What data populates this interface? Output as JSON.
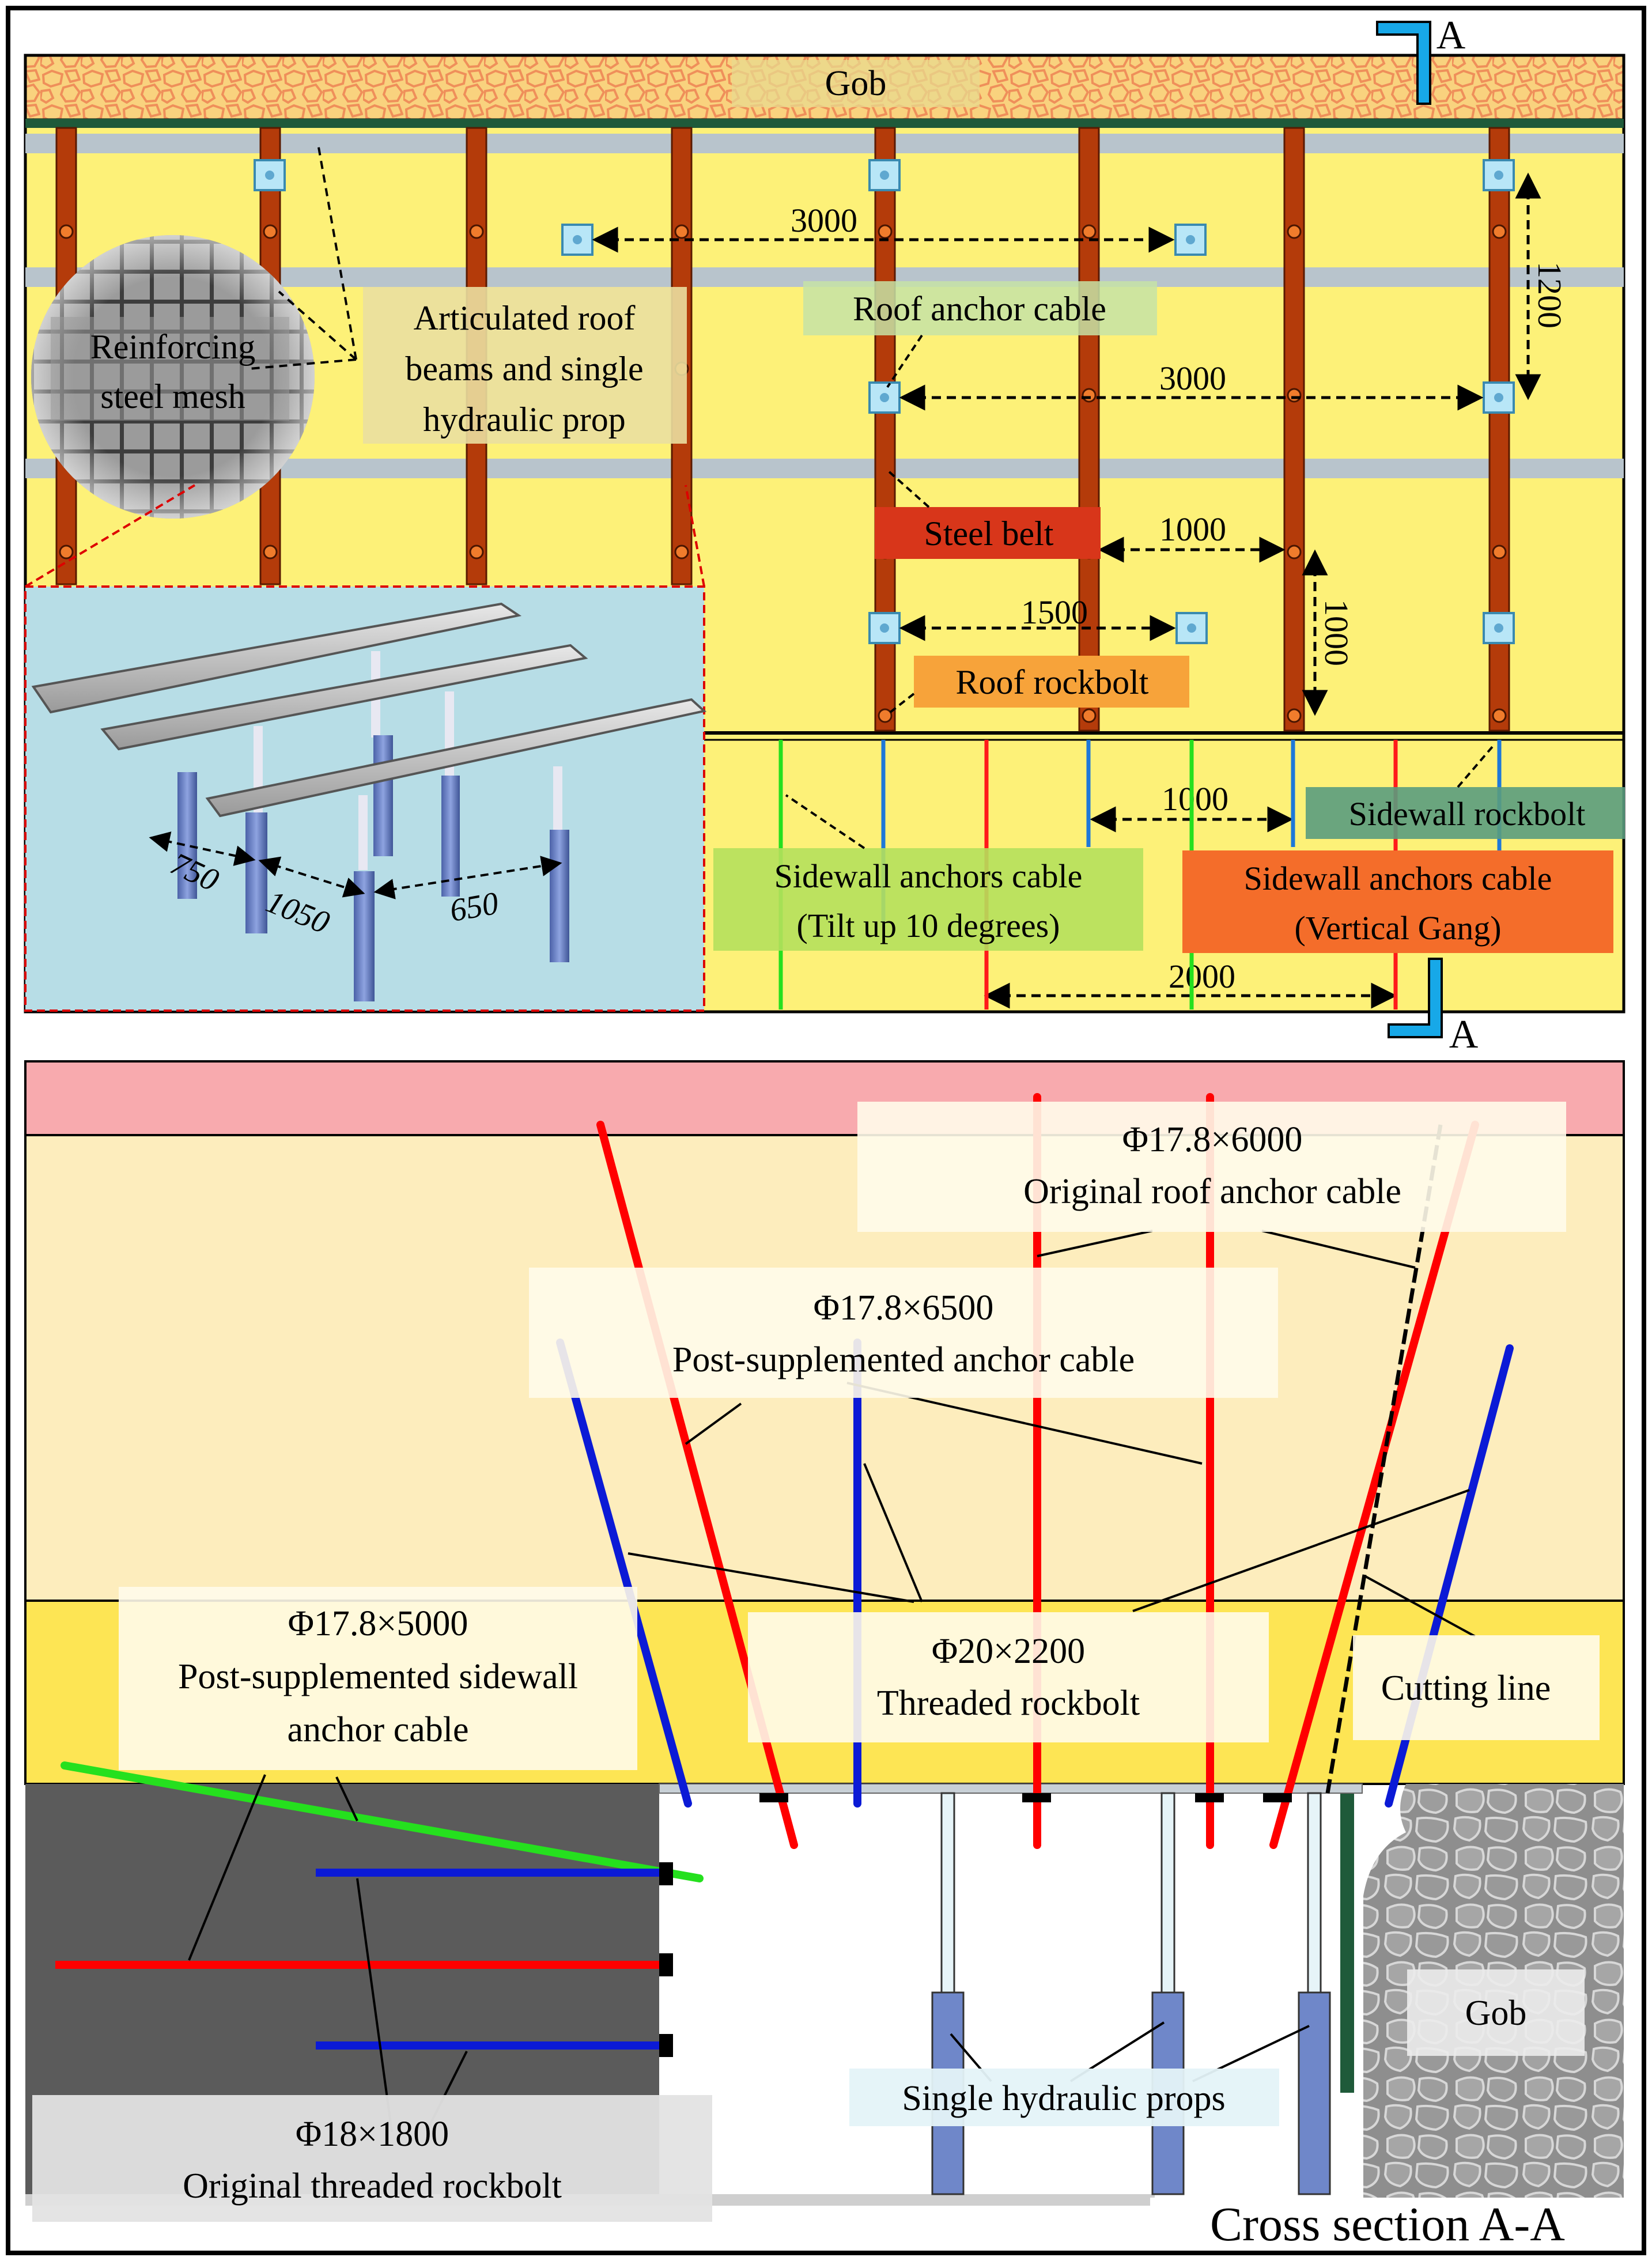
{
  "top_view": {
    "gob_label": "Gob",
    "section_marker": "A",
    "mesh_label": [
      "Reinforcing",
      "steel mesh"
    ],
    "beams_label": [
      "Articulated roof",
      "beams and single",
      "hydraulic prop"
    ],
    "roof_anchor_cable": "Roof anchor cable",
    "steel_belt": "Steel belt",
    "roof_rockbolt": "Roof rockbolt",
    "sidewall_rockbolt": "Sidewall rockbolt",
    "sidewall_cable_tilt": [
      "Sidewall anchors cable",
      "(Tilt up 10 degrees)"
    ],
    "sidewall_cable_vertical": [
      "Sidewall anchors cable",
      "(Vertical Gang)"
    ],
    "dimensions": {
      "d3000a": "3000",
      "d3000b": "3000",
      "d1200": "1200",
      "d1000a": "1000",
      "d1000b": "1000",
      "d1500": "1500",
      "d1000c": "1000",
      "d2000": "2000"
    },
    "inset_dims": {
      "a": "750",
      "b": "1050",
      "c": "650"
    }
  },
  "cross_section": {
    "title": "Cross section A-A",
    "gob_label": "Gob",
    "roof_cable": [
      "Φ17.8×6000",
      "Original roof anchor cable"
    ],
    "post_cable": [
      "Φ17.8×6500",
      "Post-supplemented anchor cable"
    ],
    "threaded_rockbolt": [
      "Φ20×2200",
      "Threaded rockbolt"
    ],
    "cutting_line": "Cutting line",
    "sidewall_cable": [
      "Φ17.8×5000",
      "Post-supplemented sidewall",
      "anchor cable"
    ],
    "orig_rockbolt": [
      "Φ18×1800",
      "Original threaded rockbolt"
    ],
    "props": "Single hydraulic props"
  },
  "colors": {
    "yellow": "#fdf178",
    "beam": "#b43b0a",
    "belt": "#b8c4cc",
    "gob": "#f9d27e",
    "cable_red": "#ff0000",
    "bolt_blue": "#0b1ad6",
    "green": "#25e01e",
    "inset_bg": "#b7dde6",
    "rock_dark": "#5b5b5b"
  }
}
